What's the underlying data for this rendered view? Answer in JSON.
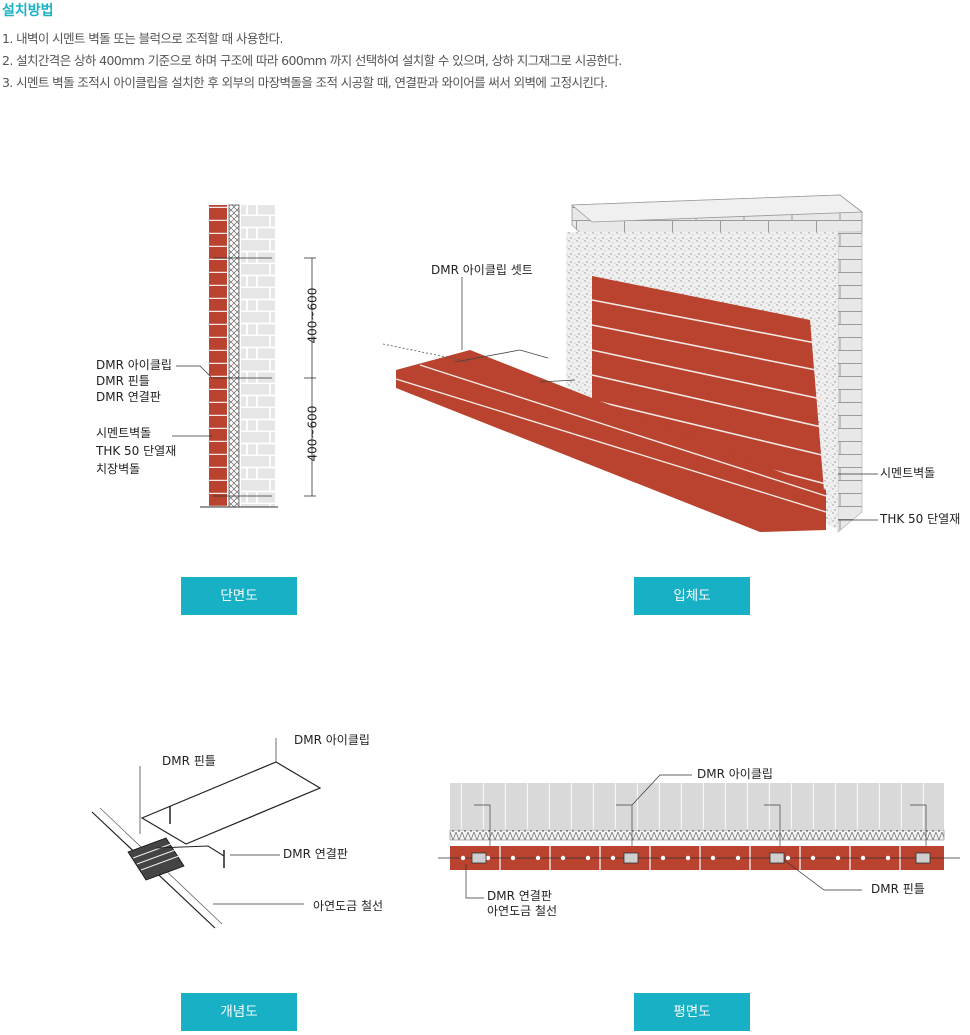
{
  "header": {
    "title": "설치방법",
    "steps": [
      "1. 내벽이 시멘트 벽돌 또는 블럭으로 조적할 때 사용한다.",
      "2. 설치간격은 상하 400mm 기준으로 하며 구조에 따라 600mm 까지 선택하여 설치할 수 있으며, 상하 지그재그로 시공한다.",
      "3. 시멘트 벽돌 조적시 아이클립을 설치한 후 외부의 마장벽돌을 조적 시공할 때, 연결판과 와이어를 써서 외벽에 고정시킨다."
    ]
  },
  "section_view": {
    "button": "단면도",
    "labels_top": [
      "DMR 아이클립",
      "DMR 핀틀",
      "DMR 연결판"
    ],
    "labels_bottom": [
      "시멘트벽돌",
      "THK 50 단열재",
      "치장벽돌"
    ],
    "dim_upper": "400~600",
    "dim_lower": "400~600"
  },
  "iso_view": {
    "button": "입체도",
    "label_set": "DMR 아이클립 셋트",
    "label_cement": "시멘트벽돌",
    "label_insul": "THK 50 단열재"
  },
  "concept_view": {
    "button": "개념도",
    "label_pintle": "DMR 핀틀",
    "label_iclip": "DMR 아이클립",
    "label_plate": "DMR 연결판",
    "label_wire": "아연도금 철선"
  },
  "plan_view": {
    "button": "평면도",
    "label_iclip": "DMR 아이클립",
    "label_plate": "DMR 연결판",
    "label_wire": "아연도금 철선",
    "label_pintle": "DMR 핀틀"
  },
  "colors": {
    "accent": "#17b0c4",
    "brick": "#b9432f",
    "brick_dark": "#8e2c1d",
    "block": "#e4e4e4"
  }
}
